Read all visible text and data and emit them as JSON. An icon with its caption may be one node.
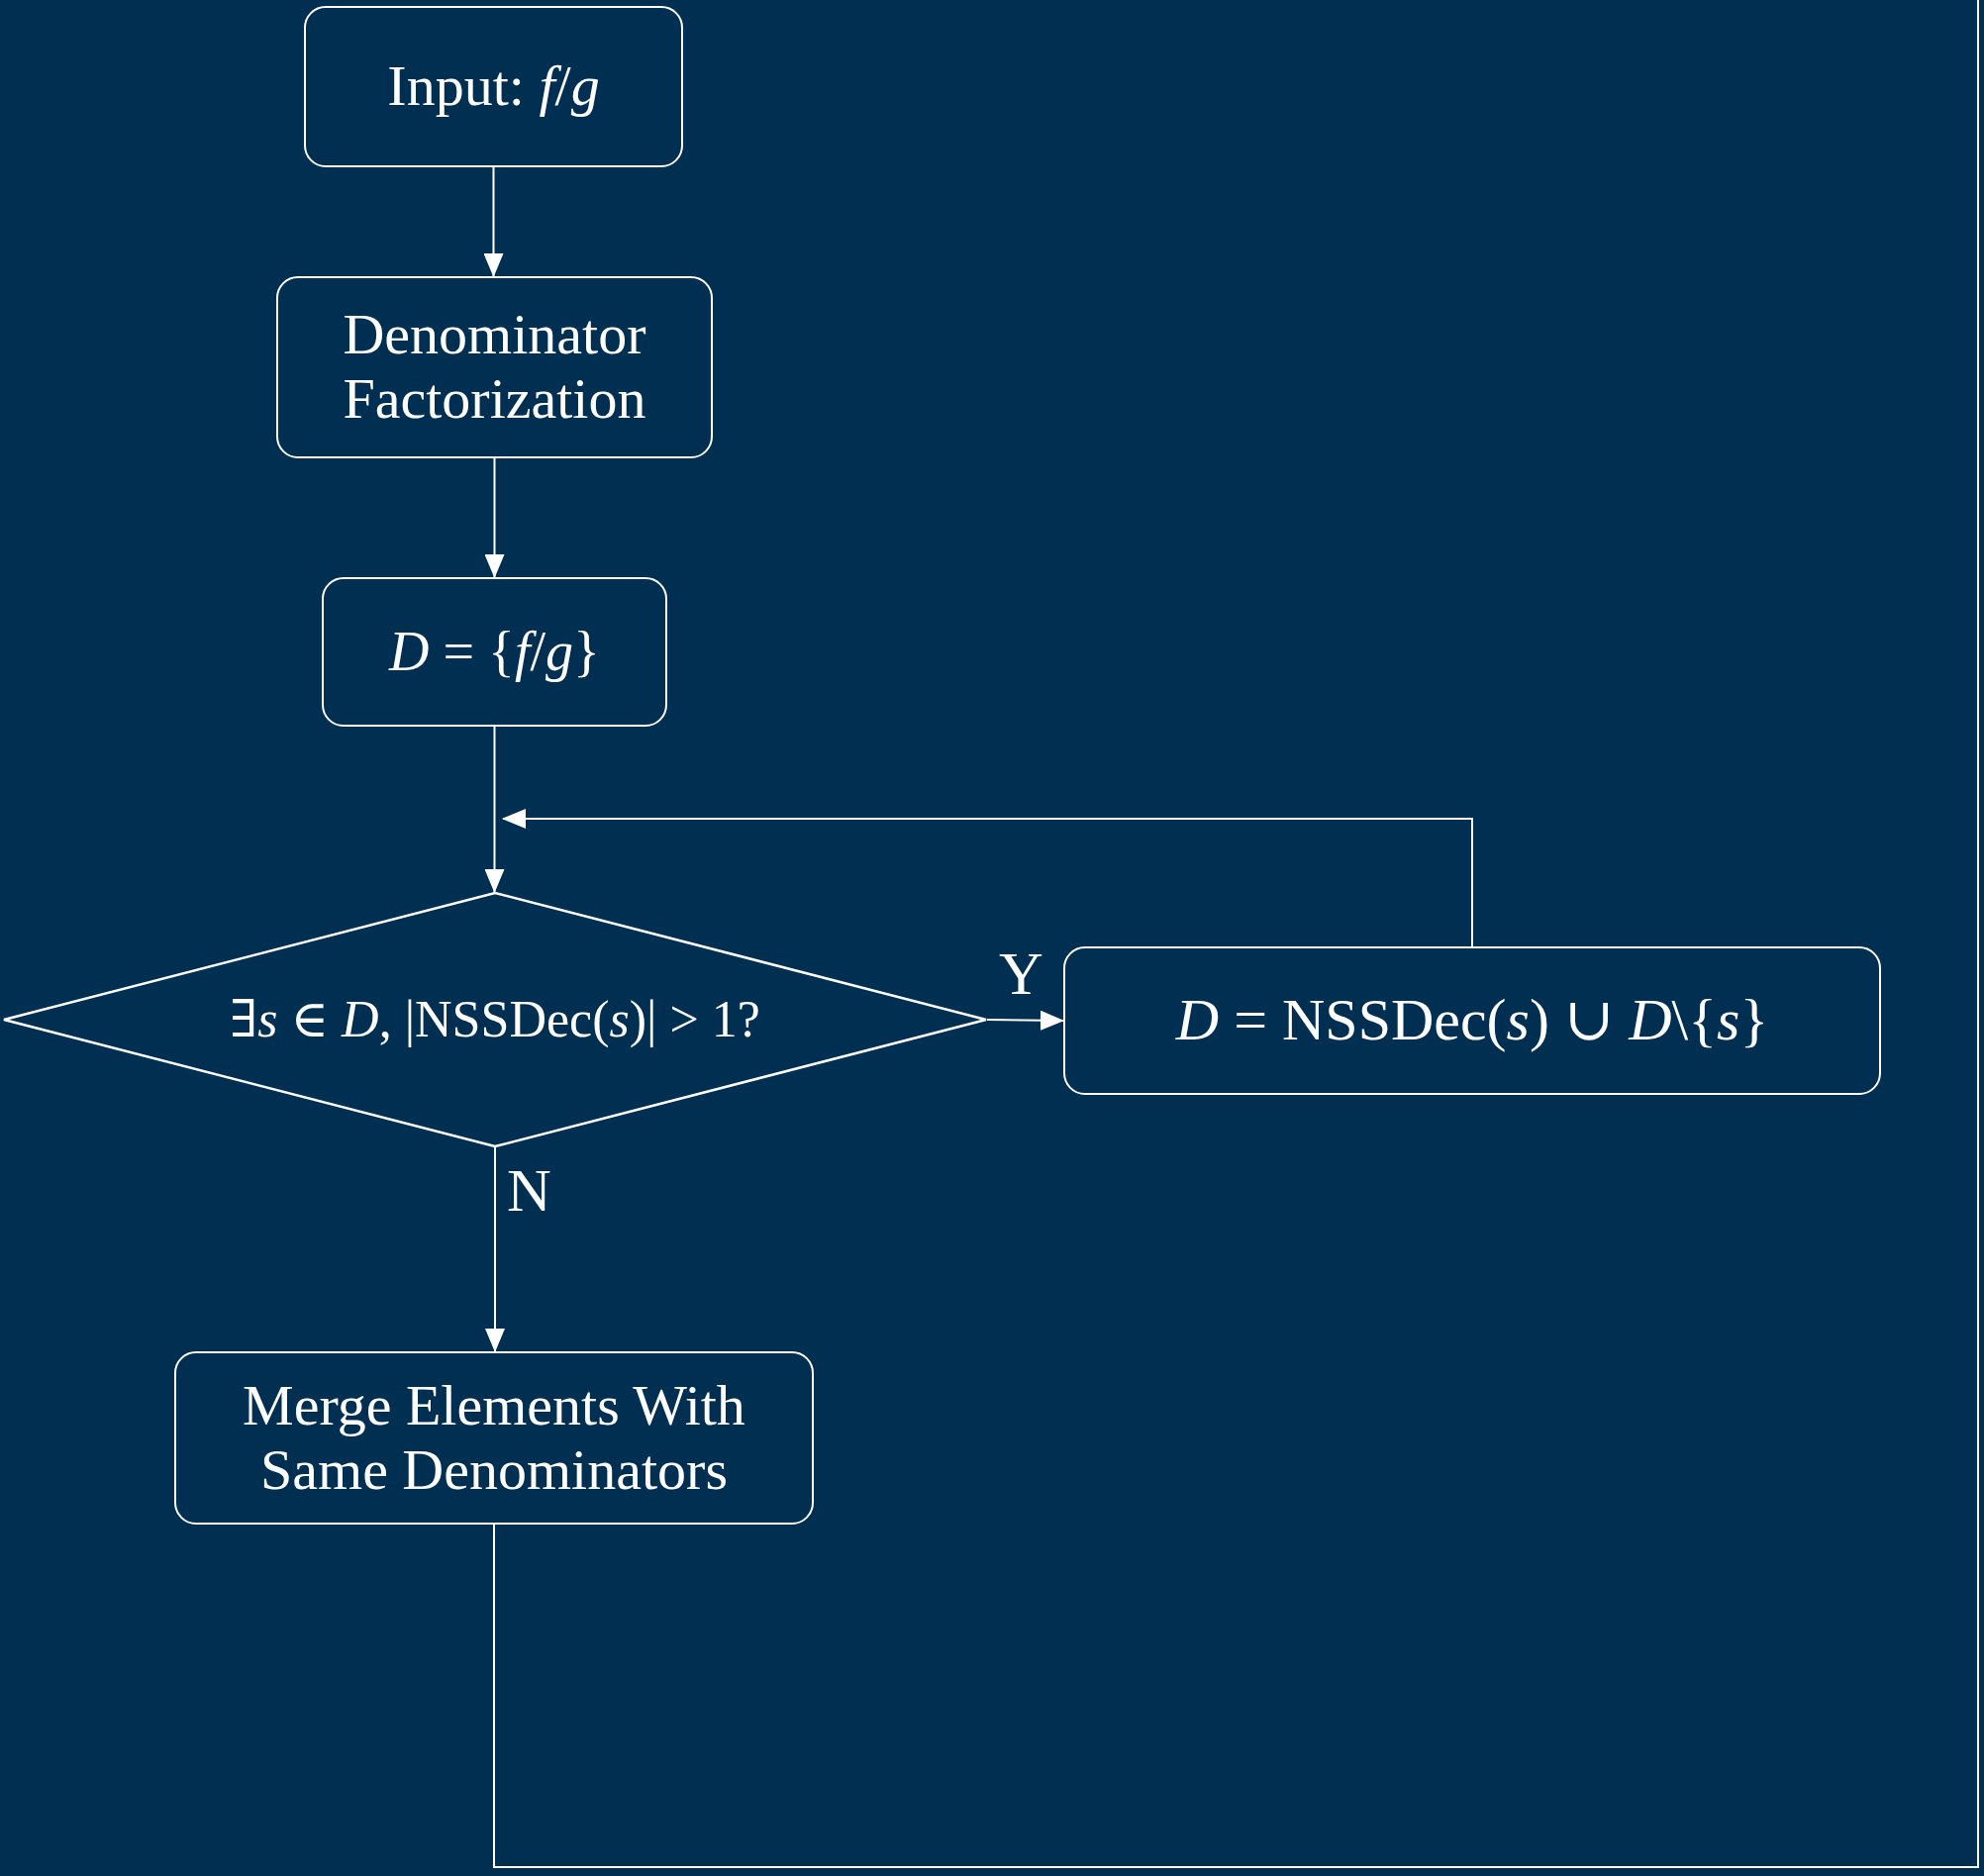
{
  "diagram": {
    "nodes": [
      {
        "text": [
          "Input: *f*/*g*"
        ]
      },
      {
        "text": [
          "Denominator Factorization"
        ]
      },
      {
        "text": [
          "*D* = {*f*/*g*}"
        ]
      },
      {
        "text": [
          "∃*s* ∈ *D*, |NSSDec(*s*)| > 1?"
        ]
      },
      {
        "text": [
          "*D* = NSSDec(*s*) ∪ *D*\\{*s*}"
        ]
      },
      {
        "text": [
          "Merge Elements With Same Denominators"
        ]
      }
    ],
    "edges": [
      {
        "from": 0,
        "to": 1,
        "arrow": "to"
      },
      {
        "from": 1,
        "to": 2,
        "arrow": "to"
      },
      {
        "from": 2,
        "to": 3,
        "arrow": "to"
      },
      {
        "from": 3,
        "to": 4,
        "arrow": "to",
        "label": "Y"
      },
      {
        "from": 4,
        "to": 3,
        "arrow": "to"
      },
      {
        "from": 3,
        "to": 5,
        "arrow": "to",
        "label": "N"
      },
      {
        "from": 5,
        "to": null,
        "arrow": "none"
      }
    ]
  }
}
